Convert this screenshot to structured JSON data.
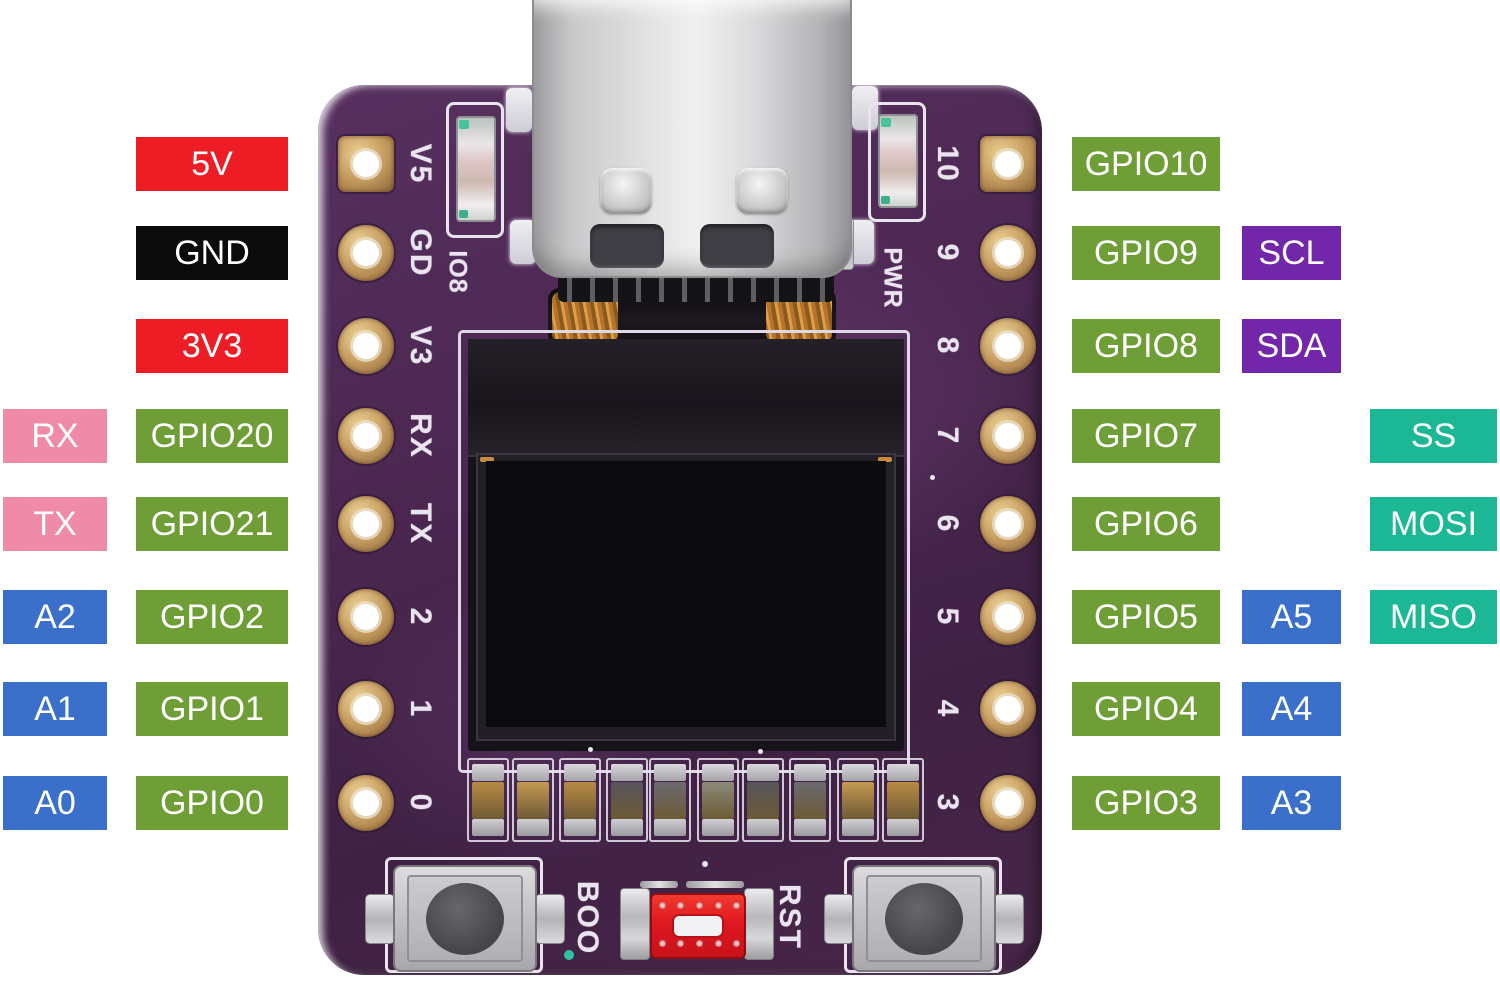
{
  "colors": {
    "label_red": "#ee1c25",
    "label_black": "#0b0b0b",
    "label_pink": "#ef8aa9",
    "label_green": "#6f9e36",
    "label_blue": "#3a70c9",
    "label_purple": "#7227aa",
    "label_teal": "#1cb795",
    "board_purple": "#4a2750",
    "silkscreen_white": "#e9e4f0"
  },
  "pinout_rows": [
    {
      "left": [
        {
          "text": "5V",
          "color": "red",
          "col": "b"
        }
      ],
      "right": [
        {
          "text": "GPIO10",
          "color": "green",
          "col": "gpio"
        }
      ],
      "silk_left": "V5",
      "silk_right": "10",
      "pin_shape": "square"
    },
    {
      "left": [
        {
          "text": "GND",
          "color": "black",
          "col": "b"
        }
      ],
      "right": [
        {
          "text": "GPIO9",
          "color": "green",
          "col": "gpio"
        },
        {
          "text": "SCL",
          "color": "purple",
          "col": "alias"
        }
      ],
      "silk_left": "GD",
      "silk_right": "9",
      "pin_shape": "round"
    },
    {
      "left": [
        {
          "text": "3V3",
          "color": "red",
          "col": "b"
        }
      ],
      "right": [
        {
          "text": "GPIO8",
          "color": "green",
          "col": "gpio"
        },
        {
          "text": "SDA",
          "color": "purple",
          "col": "alias"
        }
      ],
      "silk_left": "V3",
      "silk_right": "8",
      "pin_shape": "round"
    },
    {
      "left": [
        {
          "text": "RX",
          "color": "pink",
          "col": "a"
        },
        {
          "text": "GPIO20",
          "color": "green",
          "col": "b"
        }
      ],
      "right": [
        {
          "text": "GPIO7",
          "color": "green",
          "col": "gpio"
        },
        {
          "text": "SS",
          "color": "teal",
          "col": "spi"
        }
      ],
      "silk_left": "RX",
      "silk_right": "7",
      "pin_shape": "round"
    },
    {
      "left": [
        {
          "text": "TX",
          "color": "pink",
          "col": "a"
        },
        {
          "text": "GPIO21",
          "color": "green",
          "col": "b"
        }
      ],
      "right": [
        {
          "text": "GPIO6",
          "color": "green",
          "col": "gpio"
        },
        {
          "text": "MOSI",
          "color": "teal",
          "col": "spi"
        }
      ],
      "silk_left": "TX",
      "silk_right": "6",
      "pin_shape": "round"
    },
    {
      "left": [
        {
          "text": "A2",
          "color": "blue",
          "col": "a"
        },
        {
          "text": "GPIO2",
          "color": "green",
          "col": "b"
        }
      ],
      "right": [
        {
          "text": "GPIO5",
          "color": "green",
          "col": "gpio"
        },
        {
          "text": "A5",
          "color": "blue",
          "col": "alias"
        },
        {
          "text": "MISO",
          "color": "teal",
          "col": "spi"
        }
      ],
      "silk_left": "2",
      "silk_right": "5",
      "pin_shape": "round"
    },
    {
      "left": [
        {
          "text": "A1",
          "color": "blue",
          "col": "a"
        },
        {
          "text": "GPIO1",
          "color": "green",
          "col": "b"
        }
      ],
      "right": [
        {
          "text": "GPIO4",
          "color": "green",
          "col": "gpio"
        },
        {
          "text": "A4",
          "color": "blue",
          "col": "alias"
        }
      ],
      "silk_left": "1",
      "silk_right": "4",
      "pin_shape": "round"
    },
    {
      "left": [
        {
          "text": "A0",
          "color": "blue",
          "col": "a"
        },
        {
          "text": "GPIO0",
          "color": "green",
          "col": "b"
        }
      ],
      "right": [
        {
          "text": "GPIO3",
          "color": "green",
          "col": "gpio"
        },
        {
          "text": "A3",
          "color": "blue",
          "col": "alias"
        }
      ],
      "silk_left": "0",
      "silk_right": "3",
      "pin_shape": "round"
    }
  ],
  "board_silkscreen": {
    "top_left_led_label": "IO8",
    "power_led_label": "PWR",
    "boot_button_label": "BOO",
    "reset_button_label": "RST"
  }
}
